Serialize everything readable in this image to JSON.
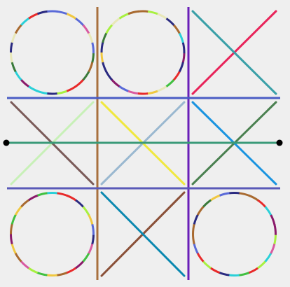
{
  "game": {
    "name": "tic-tac-toe",
    "rows": 3,
    "cols": 3,
    "background": "#efefef",
    "grid_colors": {
      "vertical_left": "#a8703e",
      "vertical_right": "#6a1fb8",
      "horizontal_top": "#4a5cc4",
      "horizontal_bottom": "#5a5ab8"
    },
    "cells": [
      [
        "O",
        "O",
        "X"
      ],
      [
        "X",
        "X",
        "X"
      ],
      [
        "O",
        "X",
        "O"
      ]
    ],
    "x_stroke_colors": [
      [
        null,
        null,
        [
          "#e8245a",
          "#3aa0a8"
        ]
      ],
      [
        [
          "#c8f0b8",
          "#7a5a58"
        ],
        [
          "#9ab8d0",
          "#f0e840"
        ],
        [
          "#4a8050",
          "#1a94e0"
        ]
      ],
      [
        null,
        [
          "#8a5038",
          "#0a88b0"
        ],
        null
      ]
    ],
    "o_palette": [
      "#3a7a3a",
      "#8a1a6a",
      "#e8e8b8",
      "#2ad0d8",
      "#a86a30",
      "#2a2a80",
      "#d85aa0",
      "#a8f040",
      "#e82a2a",
      "#5a6ad8",
      "#f0c840",
      "#40c040"
    ],
    "win_line": {
      "direction": "horizontal",
      "row": 1,
      "color": "#3a9a78",
      "endpoint_color": "#000000"
    }
  }
}
